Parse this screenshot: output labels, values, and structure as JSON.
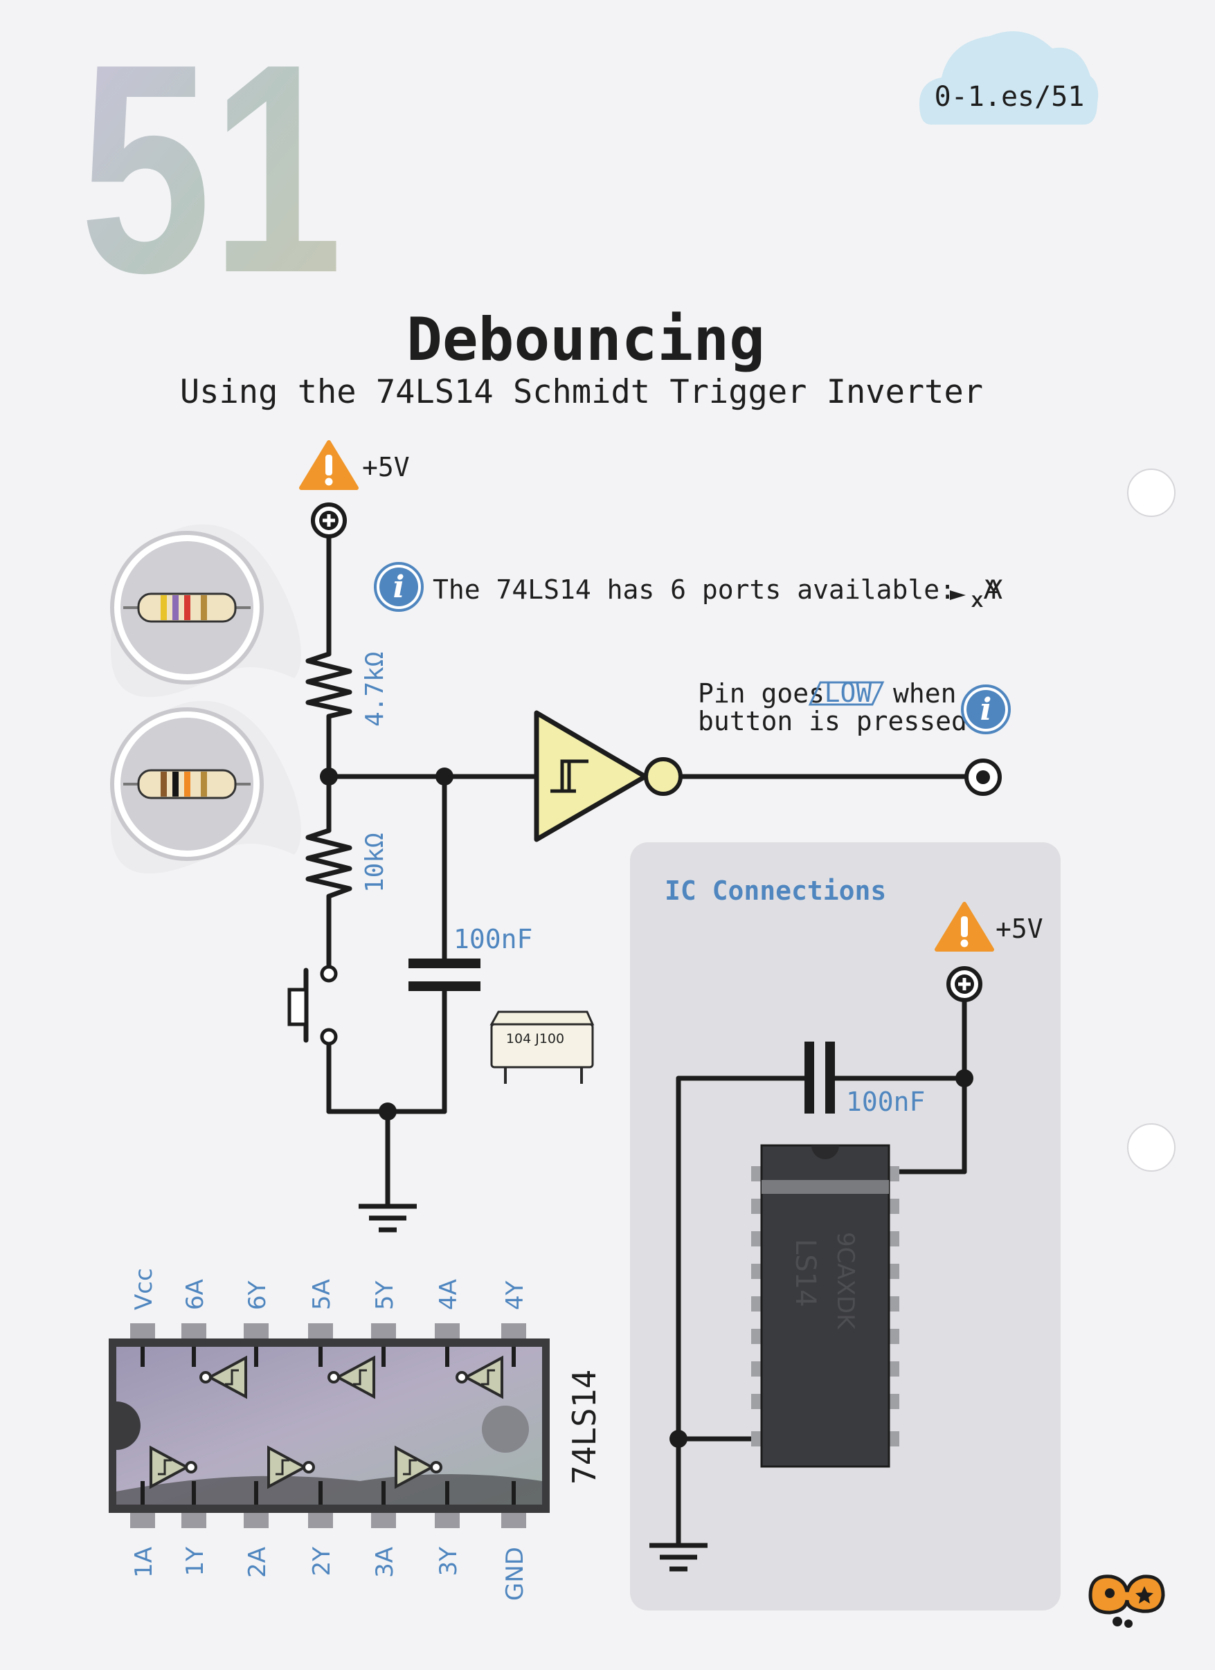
{
  "page_number": "51",
  "url_badge": "0-1.es/51",
  "title": "Debouncing",
  "subtitle": "Using the 74LS14 Schmidt Trigger Inverter",
  "supply_label_top": "+5V",
  "info_ports": {
    "text": "The 74LS14 has 6 ports available: ",
    "sub_a": "x",
    "a": "A",
    "sub_y": "x",
    "y": "Y"
  },
  "info_output": {
    "line1_before": "Pin goes",
    "low": "LOW",
    "line1_after": "when",
    "line2": "button  is  pressed"
  },
  "resistor_top": "4.7kΩ",
  "resistor_bottom": "10kΩ",
  "capacitor_main": "100nF",
  "capacitor_marking": "104 J100",
  "ic_panel": {
    "title": "IC Connections",
    "supply_label": "+5V",
    "capacitor": "100nF",
    "chip_marking_1": "9CAXDK",
    "chip_marking_2": "LS14"
  },
  "pinout": {
    "chip_name": "74LS14",
    "top_pins": [
      "Vcc",
      "6A",
      "6Y",
      "5A",
      "5Y",
      "4A",
      "4Y"
    ],
    "bottom_pins": [
      "1A",
      "1Y",
      "2A",
      "2Y",
      "3A",
      "3Y",
      "GND"
    ]
  },
  "colors": {
    "accent_blue": "#4f86bf",
    "warning_orange": "#f0962a",
    "gate_yellow": "#f3efaa",
    "panel_gray": "#dfdfe3"
  }
}
